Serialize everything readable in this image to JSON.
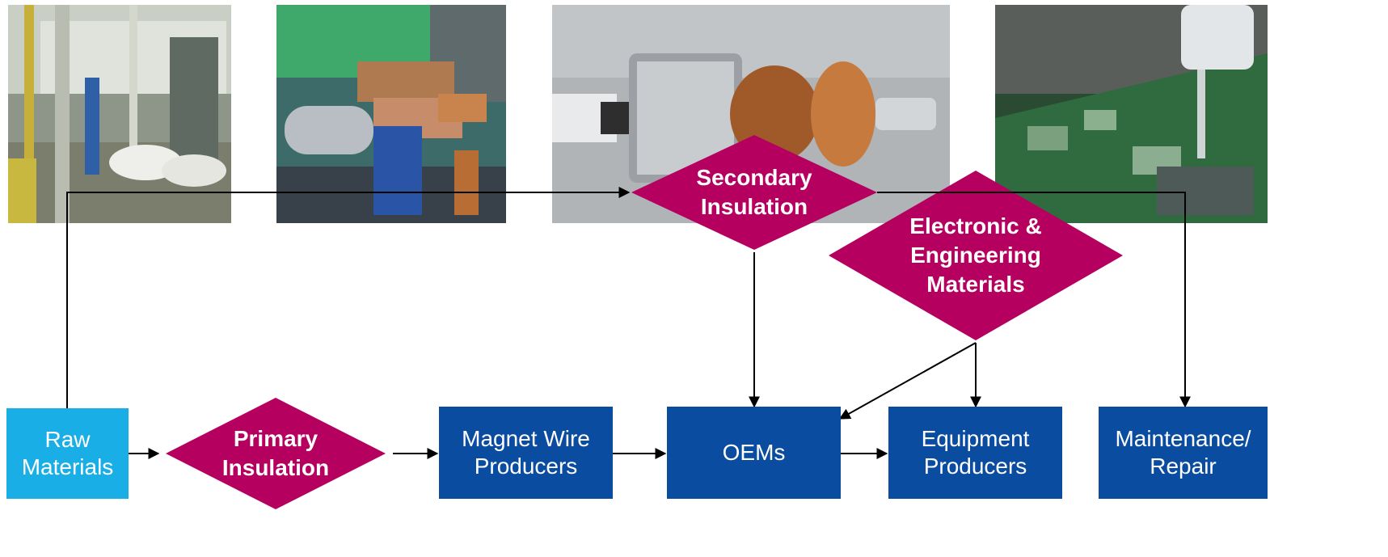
{
  "colors": {
    "raw_box": "#1aaee6",
    "stage_box": "#0a4ca0",
    "insulation_diamond": "#b5005f",
    "arrow": "#000000"
  },
  "photos": [
    {
      "id": "factory-photo",
      "subject": "chemical plant interior"
    },
    {
      "id": "wire-coating-photo",
      "subject": "wire coating machine"
    },
    {
      "id": "armature-photo",
      "subject": "motor armature with copper windings"
    },
    {
      "id": "circuit-board-photo",
      "subject": "circuit board dispensing"
    }
  ],
  "nodes": {
    "raw_materials": {
      "line1": "Raw",
      "line2": "Materials"
    },
    "primary_insulation": {
      "line1": "Primary",
      "line2": "Insulation"
    },
    "magnet_wire": {
      "line1": "Magnet Wire",
      "line2": "Producers"
    },
    "oems": {
      "line1": "OEMs"
    },
    "equipment": {
      "line1": "Equipment",
      "line2": "Producers"
    },
    "maintenance": {
      "line1": "Maintenance/",
      "line2": "Repair"
    },
    "secondary_insulation": {
      "line1": "Secondary",
      "line2": "Insulation"
    },
    "electronic_materials": {
      "line1": "Electronic &",
      "line2": "Engineering",
      "line3": "Materials"
    }
  }
}
